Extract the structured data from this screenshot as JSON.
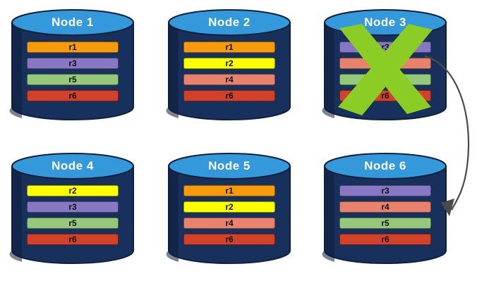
{
  "diagram": {
    "type": "cluster-replica-placement",
    "background_color": "#ffffff",
    "palette": {
      "cylinder_body": "#17305c",
      "cylinder_body_dark": "#101f3d",
      "cylinder_top": "#3399da",
      "cylinder_outline": "#11203f",
      "title_text": "#ffffff",
      "label_text": "#111111",
      "failure_mark": "#8bcc25",
      "arrow": "#4a4a4a",
      "r1": "#f79b0d",
      "r2": "#fcff00",
      "r3": "#8878c3",
      "r4": "#e8826d",
      "r5": "#95c878",
      "r6": "#d4412a"
    },
    "nodes": [
      {
        "id": "node-1",
        "title": "Node  1",
        "failed": false,
        "replicas": [
          {
            "label": "r1",
            "color": "#f79b0d"
          },
          {
            "label": "r3",
            "color": "#8878c3"
          },
          {
            "label": "r5",
            "color": "#95c878"
          },
          {
            "label": "r6",
            "color": "#d4412a"
          }
        ]
      },
      {
        "id": "node-2",
        "title": "Node  2",
        "failed": false,
        "replicas": [
          {
            "label": "r1",
            "color": "#f79b0d"
          },
          {
            "label": "r2",
            "color": "#fcff00"
          },
          {
            "label": "r4",
            "color": "#e8826d"
          },
          {
            "label": "r6",
            "color": "#d4412a"
          }
        ]
      },
      {
        "id": "node-3",
        "title": "Node  3",
        "failed": true,
        "replicas": [
          {
            "label": "r3",
            "color": "#8878c3"
          },
          {
            "label": "r4",
            "color": "#e8826d"
          },
          {
            "label": "r5",
            "color": "#95c878"
          },
          {
            "label": "r6",
            "color": "#d4412a"
          }
        ]
      },
      {
        "id": "node-4",
        "title": "Node  4",
        "failed": false,
        "replicas": [
          {
            "label": "r2",
            "color": "#fcff00"
          },
          {
            "label": "r3",
            "color": "#8878c3"
          },
          {
            "label": "r5",
            "color": "#95c878"
          },
          {
            "label": "r6",
            "color": "#d4412a"
          }
        ]
      },
      {
        "id": "node-5",
        "title": "Node  5",
        "failed": false,
        "replicas": [
          {
            "label": "r1",
            "color": "#f79b0d"
          },
          {
            "label": "r2",
            "color": "#fcff00"
          },
          {
            "label": "r4",
            "color": "#e8826d"
          },
          {
            "label": "r6",
            "color": "#d4412a"
          }
        ]
      },
      {
        "id": "node-6",
        "title": "Node  6",
        "failed": false,
        "replicas": [
          {
            "label": "r3",
            "color": "#8878c3"
          },
          {
            "label": "r4",
            "color": "#e8826d"
          },
          {
            "label": "r5",
            "color": "#95c878"
          },
          {
            "label": "r6",
            "color": "#d4412a"
          }
        ]
      }
    ],
    "annotations": {
      "failure_icon": "x-mark-icon",
      "migration_arrow": "curved-arrow-icon"
    }
  }
}
